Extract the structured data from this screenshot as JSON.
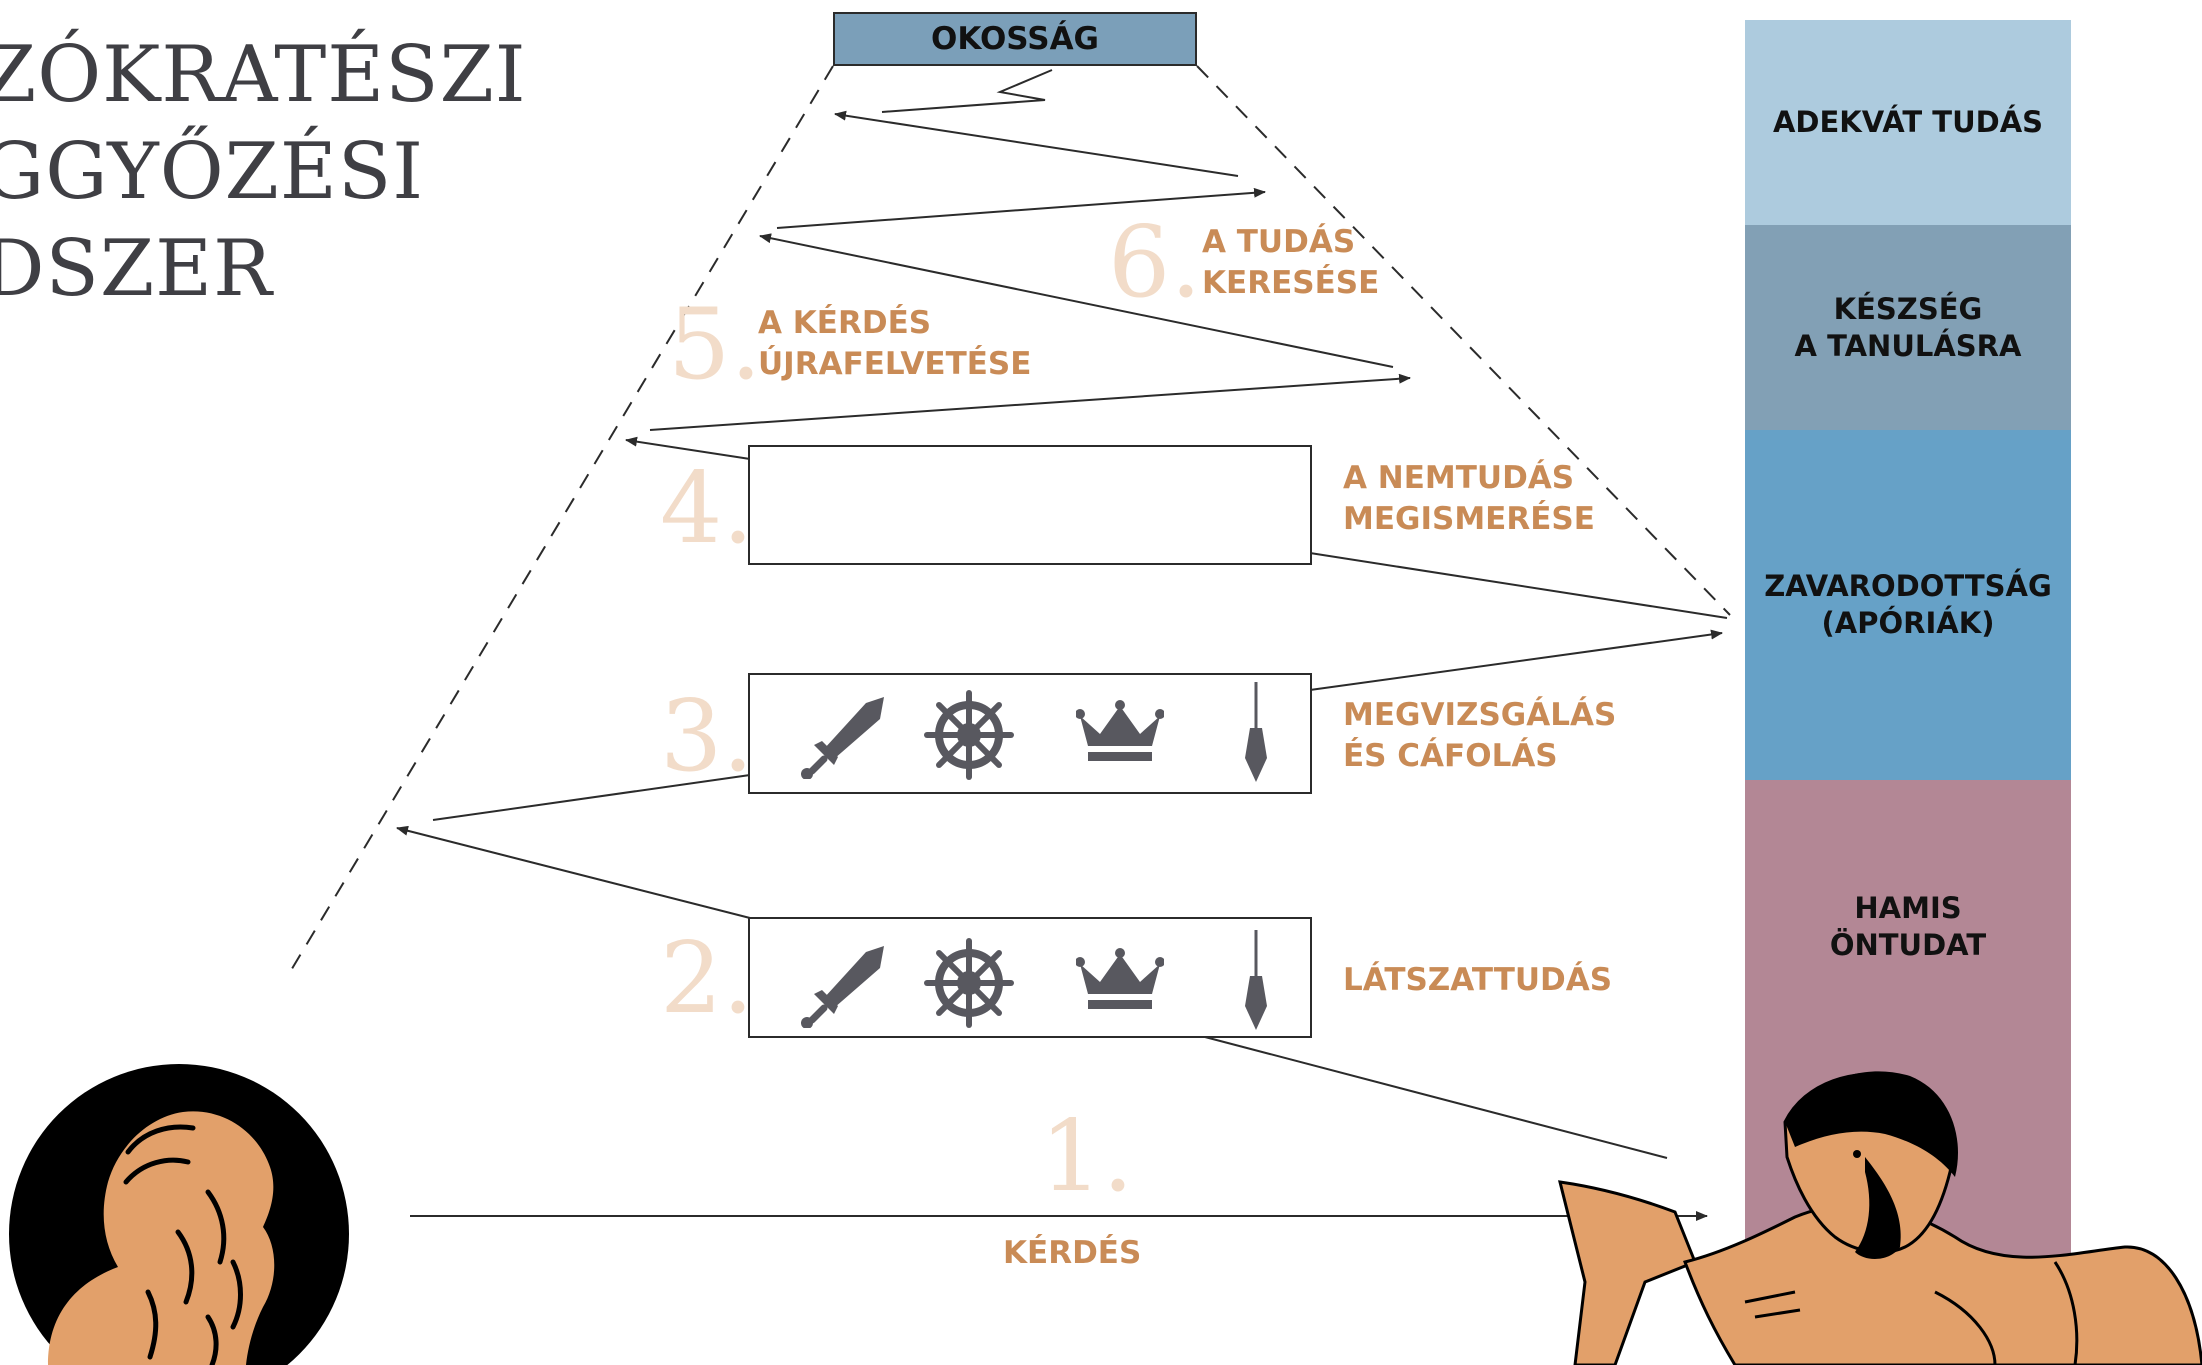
{
  "title": {
    "line1": "ZÓKRATÉSZI",
    "line2": "GGYŐZÉSI",
    "line3": "DSZER"
  },
  "top_box": "OKOSSÁG",
  "steps": {
    "s1": {
      "number": "1.",
      "label": "KÉRDÉS"
    },
    "s2": {
      "number": "2.",
      "label": "LÁTSZATTUDÁS"
    },
    "s3": {
      "number": "3.",
      "label": "MEGVIZSGÁLÁS\nÉS CÁFOLÁS"
    },
    "s4": {
      "number": "4.",
      "label": "A NEMTUDÁS\nMEGISMERÉSE"
    },
    "s5": {
      "number": "5.",
      "label": "A KÉRDÉS\nÚJRAFELVETÉSE"
    },
    "s6": {
      "number": "6.",
      "label": "A TUDÁS\nKERESÉSE"
    }
  },
  "bands": [
    {
      "label": "ADEKVÁT TUDÁS",
      "color": "#adcbde"
    },
    {
      "label": "KÉSZSÉG\nA TANULÁSRA",
      "color": "#82a0b5"
    },
    {
      "label": "ZAVARODOTTSÁG\n(APÓRIÁK)",
      "color": "#66a1c7"
    },
    {
      "label": "HAMIS\nÖNTUDAT",
      "color": "#b38795"
    }
  ],
  "icons": [
    "sword-icon",
    "ship-wheel-icon",
    "crown-icon",
    "plumb-bob-icon"
  ],
  "colors": {
    "accent": "#c98b56",
    "number": "#f2dcc9",
    "icon": "#58585f",
    "figure": "#e2a06a",
    "line": "#2b2b2b"
  }
}
